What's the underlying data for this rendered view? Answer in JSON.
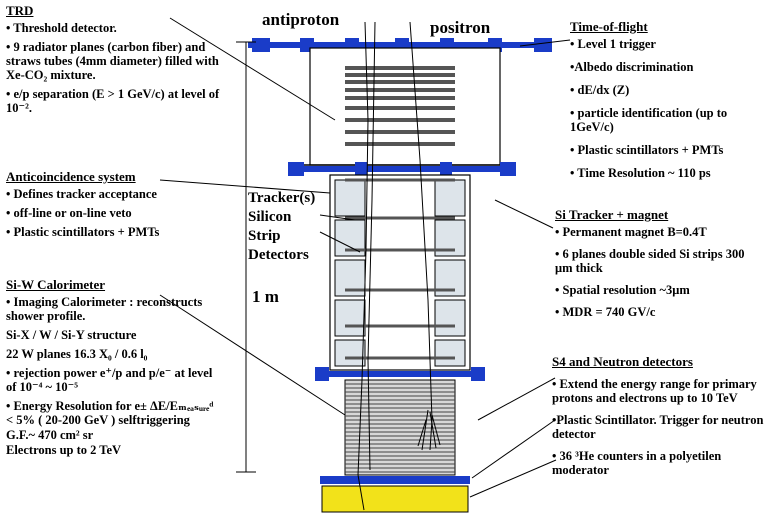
{
  "labels": {
    "antiproton": "antiproton",
    "positron": "positron",
    "tracker": [
      "Tracker(s)",
      "Silicon",
      "Strip",
      "Detectors"
    ],
    "meter": "1 m"
  },
  "trd": {
    "title": "TRD",
    "items": [
      "• Threshold detector.",
      "• 9 radiator planes (carbon fiber) and straws tubes (4mm diameter) filled with Xe-CO₂ mixture.",
      "• e/p separation (E > 1 GeV/c) at level of 10⁻²."
    ]
  },
  "anticoincidence": {
    "title": "Anticoincidence system",
    "items": [
      "• Defines tracker acceptance",
      "• off-line or on-line veto",
      "• Plastic scintillators + PMTs"
    ]
  },
  "calorimeter": {
    "title": "Si-W Calorimeter",
    "items": [
      "• Imaging Calorimeter : reconstructs shower profile.",
      "Si-X / W / Si-Y structure",
      "22 W planes    16.3 X₀ / 0.6 l₀",
      "• rejection power e⁺/p and p/e⁻ at level of 10⁻⁴ ~ 10⁻⁵",
      "• Energy Resolution for e± ΔE/Eₘₑₐₛᵤᵣₑᵈ < 5% ( 20-200 GeV ) selftriggering",
      "G.F.~ 470 cm² sr",
      "Electrons up to 2 TeV"
    ]
  },
  "tof": {
    "title": "Time-of-flight",
    "items": [
      "• Level 1 trigger",
      "•Albedo discrimination",
      "• dE/dx    (Z)",
      "• particle identification (up to 1GeV/c)",
      "• Plastic scintillators + PMTs",
      "• Time Resolution ~ 110 ps"
    ]
  },
  "tracker": {
    "title": "Si Tracker + magnet",
    "items": [
      "• Permanent magnet B=0.4T",
      "• 6 planes double sided Si strips 300 μm thick",
      "• Spatial resolution ~3μm",
      "• MDR = 740 GV/c"
    ]
  },
  "s4": {
    "title": "S4 and Neutron detectors",
    "items": [
      "• Extend the energy range for primary protons and electrons up to 10 TeV",
      "•Plastic Scintillator. Trigger for neutron detector",
      "• 36 ³He counters in a polyetilen moderator"
    ]
  },
  "colors": {
    "scintillator": "#1a3cc8",
    "neutron": "#f2e21a",
    "frame": "#000000"
  }
}
